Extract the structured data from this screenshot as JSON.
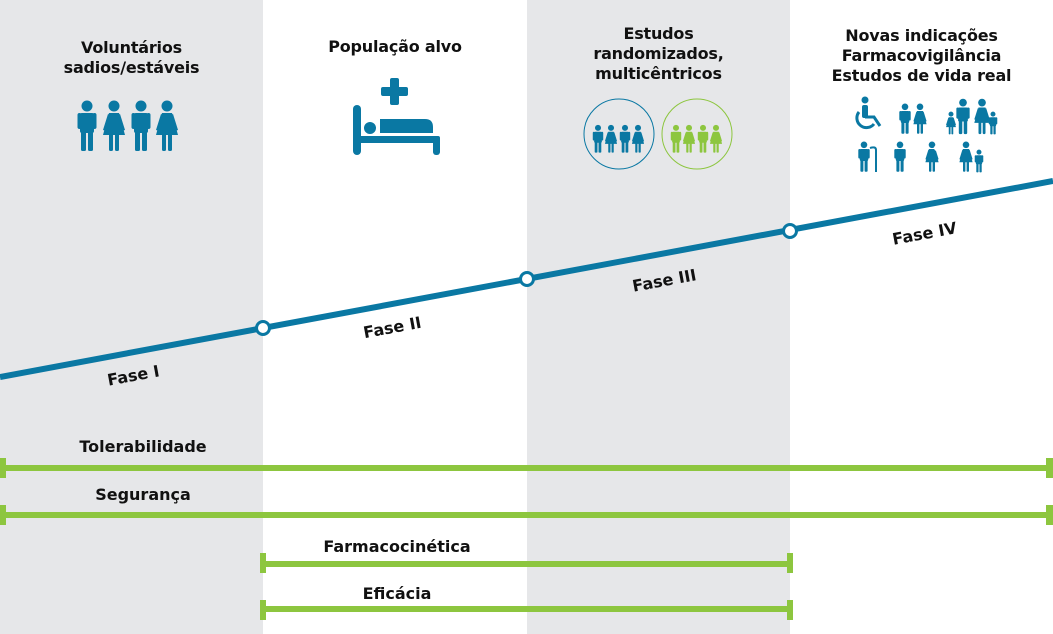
{
  "colors": {
    "blue": "#0a78a3",
    "green": "#8dc63f",
    "gray_bg": "#e6e7e9",
    "text": "#111111"
  },
  "columns": [
    {
      "heading_lines": [
        "Voluntários",
        "sadios/estáveis"
      ],
      "icon": "four-people-icon",
      "background": "gray"
    },
    {
      "heading_lines": [
        "População alvo"
      ],
      "icon": "hospital-bed-icon",
      "background": "white"
    },
    {
      "heading_lines": [
        "Estudos",
        "randomizados,",
        "multicêntricos"
      ],
      "icon": "two-groups-in-circles-icon",
      "background": "gray"
    },
    {
      "heading_lines": [
        "Novas indicações",
        "Farmacovigilância",
        "Estudos de vida real"
      ],
      "icon": "diverse-population-icon",
      "background": "white"
    }
  ],
  "phases": [
    {
      "label": "Fase I"
    },
    {
      "label": "Fase II"
    },
    {
      "label": "Fase III"
    },
    {
      "label": "Fase IV"
    }
  ],
  "bars": [
    {
      "label": "Tolerabilidade",
      "from_phase": 1,
      "to_phase": 4
    },
    {
      "label": "Segurança",
      "from_phase": 1,
      "to_phase": 4
    },
    {
      "label": "Farmacocinética",
      "from_phase": 2,
      "to_phase": 3
    },
    {
      "label": "Eficácia",
      "from_phase": 2,
      "to_phase": 3
    }
  ]
}
